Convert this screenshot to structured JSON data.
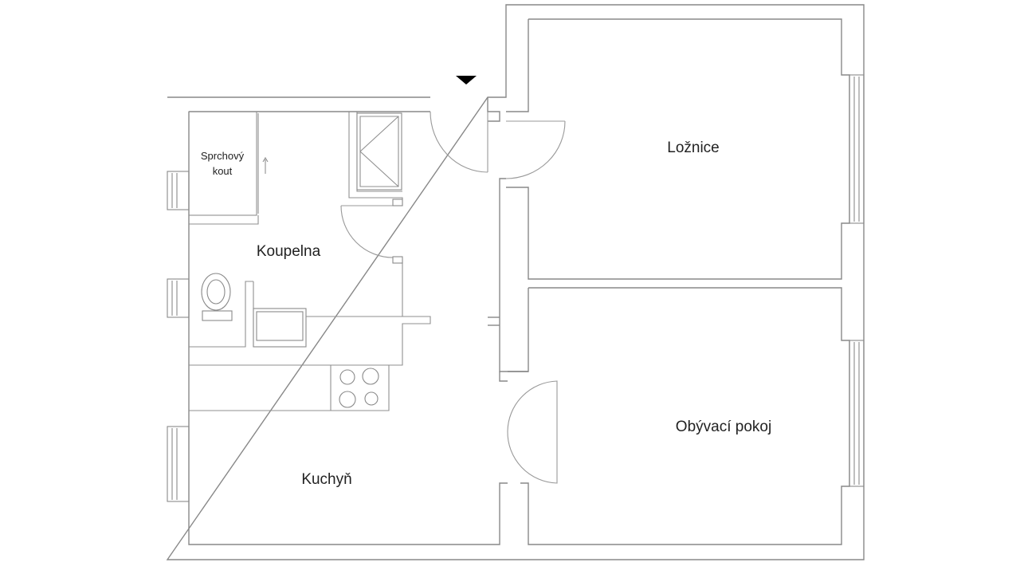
{
  "rooms": {
    "loznice": "Ložnice",
    "obyvaci_pokoj": "Obývací pokoj",
    "koupelna": "Koupelna",
    "kuchyn": "Kuchyň",
    "sprchovy_kout_line1": "Sprchový",
    "sprchovy_kout_line2": "kout"
  },
  "colors": {
    "wall": "#888888",
    "entrance_marker": "#000000"
  },
  "icons": {
    "entrance": "entrance-triangle-icon",
    "drain": "arrow-up-icon"
  }
}
